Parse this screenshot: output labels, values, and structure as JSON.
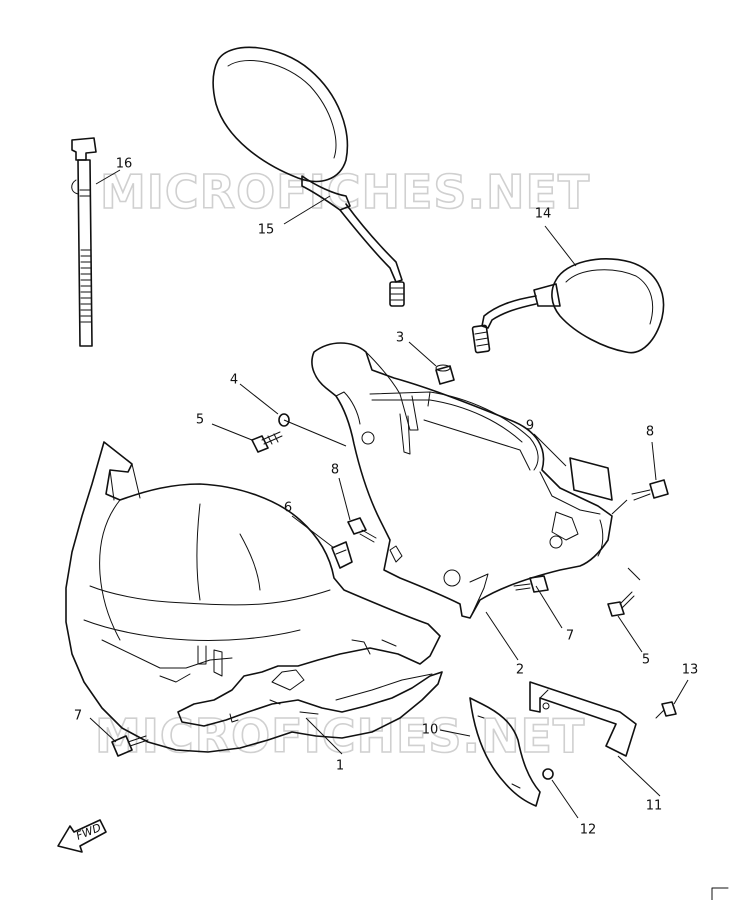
{
  "watermark": {
    "text": "MICROFICHES.NET"
  },
  "direction_marker": {
    "label": "FWD"
  },
  "callouts": [
    {
      "id": "c1",
      "label": "1"
    },
    {
      "id": "c2",
      "label": "2"
    },
    {
      "id": "c3",
      "label": "3"
    },
    {
      "id": "c4",
      "label": "4"
    },
    {
      "id": "c5a",
      "label": "5"
    },
    {
      "id": "c5b",
      "label": "5"
    },
    {
      "id": "c6",
      "label": "6"
    },
    {
      "id": "c7a",
      "label": "7"
    },
    {
      "id": "c7b",
      "label": "7"
    },
    {
      "id": "c8a",
      "label": "8"
    },
    {
      "id": "c8b",
      "label": "8"
    },
    {
      "id": "c9",
      "label": "9"
    },
    {
      "id": "c10",
      "label": "10"
    },
    {
      "id": "c11",
      "label": "11"
    },
    {
      "id": "c12",
      "label": "12"
    },
    {
      "id": "c13",
      "label": "13"
    },
    {
      "id": "c14",
      "label": "14"
    },
    {
      "id": "c15",
      "label": "15"
    },
    {
      "id": "c16",
      "label": "16"
    }
  ]
}
